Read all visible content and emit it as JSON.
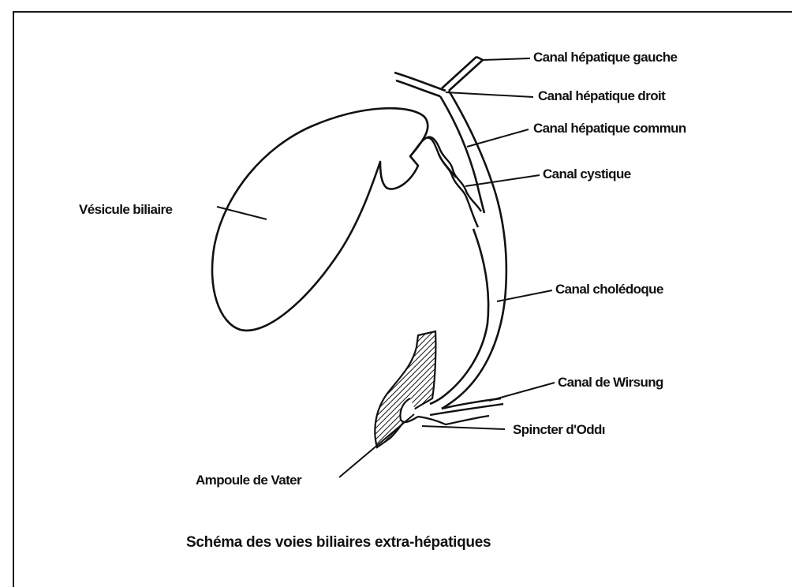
{
  "diagram": {
    "caption": "Schéma des voies biliaires extra-hépatiques",
    "labels": {
      "canal_hepatique_gauche": "Canal hépatique gauche",
      "canal_hepatique_droit": "Canal hépatique droit",
      "canal_hepatique_commun": "Canal hépatique commun",
      "canal_cystique": "Canal cystique",
      "vesicule_biliaire": "Vésicule biliaire",
      "canal_choledoque": "Canal cholédoque",
      "canal_de_wirsung": "Canal de Wirsung",
      "spincter_oddi": "Spincter d'Oddı",
      "ampoule_de_vater": "Ampoule de Vater"
    }
  },
  "colors": {
    "ink": "#111111",
    "paper": "#ffffff"
  }
}
